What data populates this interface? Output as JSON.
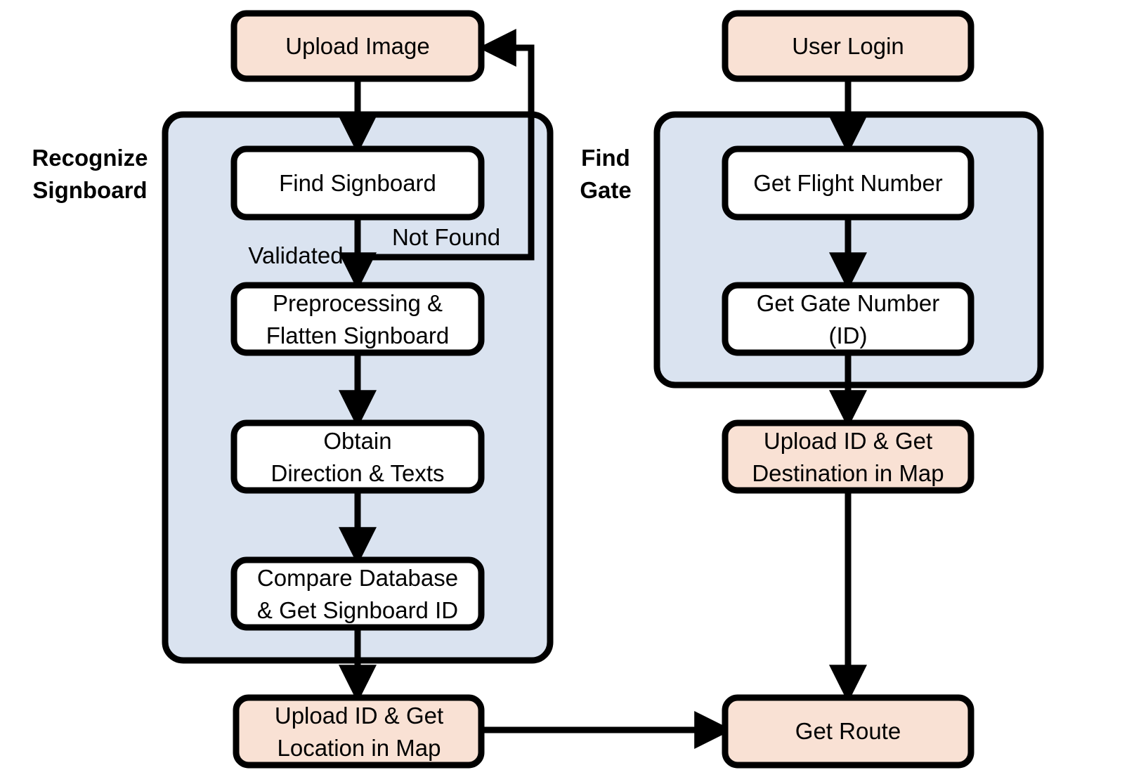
{
  "colors": {
    "io_fill": "#f9e1d4",
    "process_fill": "#ffffff",
    "group_fill": "#dae3f0",
    "stroke": "#000000"
  },
  "groups": {
    "recognize": {
      "label_line1": "Recognize",
      "label_line2": "Signboard"
    },
    "find_gate": {
      "label_line1": "Find",
      "label_line2": "Gate"
    }
  },
  "nodes": {
    "upload_image": {
      "line1": "Upload Image",
      "line2": ""
    },
    "find_signboard": {
      "line1": "Find Signboard",
      "line2": ""
    },
    "preprocessing": {
      "line1": "Preprocessing &",
      "line2": "Flatten Signboard"
    },
    "obtain_direction": {
      "line1": "Obtain",
      "line2": "Direction & Texts"
    },
    "compare_database": {
      "line1": "Compare Database",
      "line2": "& Get Signboard ID"
    },
    "upload_location": {
      "line1": "Upload ID & Get",
      "line2": "Location in Map"
    },
    "user_login": {
      "line1": "User Login",
      "line2": ""
    },
    "get_flight": {
      "line1": "Get Flight Number",
      "line2": ""
    },
    "get_gate": {
      "line1": "Get Gate Number",
      "line2": "(ID)"
    },
    "upload_destination": {
      "line1": "Upload ID & Get",
      "line2": "Destination in Map"
    },
    "get_route": {
      "line1": "Get Route",
      "line2": ""
    }
  },
  "edge_labels": {
    "validated": "Validated",
    "not_found": "Not Found"
  }
}
